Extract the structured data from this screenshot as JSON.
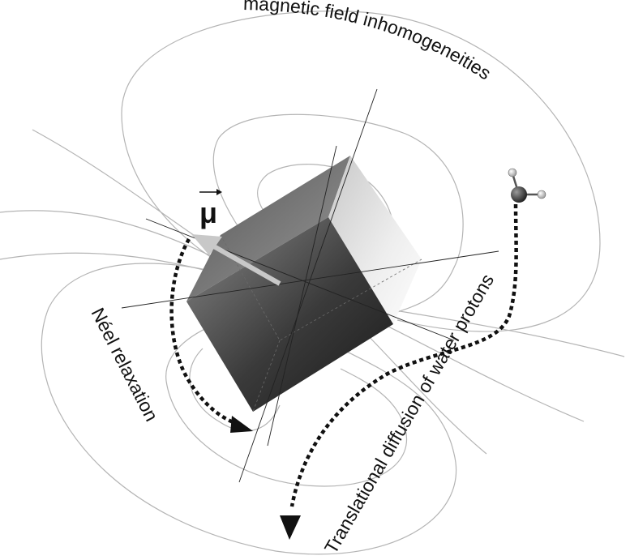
{
  "labels": {
    "moment_symbol": "μ",
    "curved_title": "magnetic field inhomogeneities",
    "neel": "Néel relaxation",
    "diffusion": "Translational diffusion of water protons"
  },
  "colors": {
    "field_line": "#b4b4b4",
    "axis_line": "#222222",
    "moment_arrow": "#c8c8c8",
    "path_arrow": "#111111",
    "oxygen": "#333333",
    "hydrogen": "#dddddd"
  }
}
